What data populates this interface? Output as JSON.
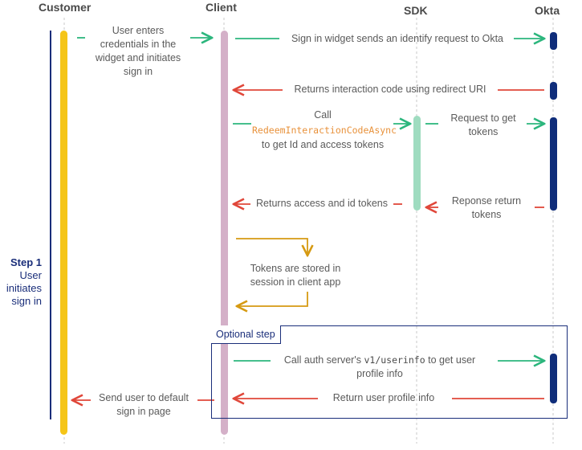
{
  "lanes": {
    "customer": "Customer",
    "client": "Client",
    "sdk": "SDK",
    "okta": "Okta"
  },
  "step": {
    "title": "Step 1",
    "desc_line1": "User",
    "desc_line2": "initiates",
    "desc_line3": "sign in"
  },
  "messages": {
    "m1_l1": "User enters",
    "m1_l2": "credentials in the",
    "m1_l3": "widget and initiates",
    "m1_l4": "sign in",
    "m2": "Sign in widget sends an identify request to Okta",
    "m3": "Returns interaction code using redirect URI",
    "m4_l1": "Call",
    "m4_code": "RedeemInteractionCodeAsync",
    "m4_l3": "to get Id and access tokens",
    "m5_l1": "Request to get",
    "m5_l2": "tokens",
    "m6": "Returns access and id tokens",
    "m7_l1": "Reponse return",
    "m7_l2": "tokens",
    "m8_l1": "Tokens are stored in",
    "m8_l2": "session in client app",
    "m9_pre": "Call auth server's ",
    "m9_code": "v1/userinfo",
    "m9_post": " to get user",
    "m9_l2": "profile info",
    "m10": "Return user profile info",
    "m11_l1": "Send user to default",
    "m11_l2": "sign in page"
  },
  "optional_label": "Optional step",
  "colors": {
    "customer_bar": "#f5c518",
    "client_bar": "#d4b0c8",
    "sdk_bar": "#9fdcc0",
    "okta_bar": "#0f2d7a",
    "request_arrow": "#2cb67d",
    "response_arrow": "#e0473a",
    "self_arrow": "#d69a12",
    "step_line": "#1a2e7a"
  }
}
